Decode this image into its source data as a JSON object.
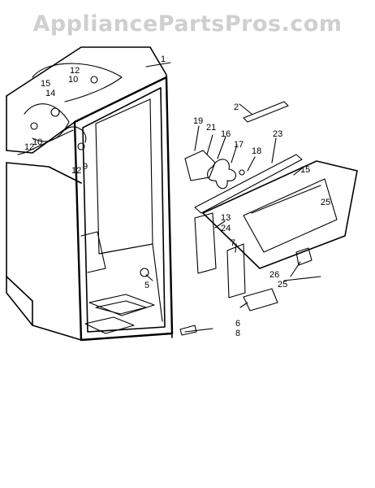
{
  "watermark": "AppliancePartsPros.com",
  "callouts": {
    "c1": "1",
    "c2": "2",
    "c5": "5",
    "c6": "6",
    "c7": "7",
    "c8": "8",
    "c9": "9",
    "c10a": "10",
    "c10b": "10",
    "c12a": "12",
    "c12b": "12",
    "c12c": "12",
    "c13": "13",
    "c14": "14",
    "c15a": "15",
    "c15b": "15",
    "c16": "16",
    "c17": "17",
    "c18": "18",
    "c19": "19",
    "c21": "21",
    "c23": "23",
    "c24": "24",
    "c25a": "25",
    "c25b": "25",
    "c26": "26"
  }
}
